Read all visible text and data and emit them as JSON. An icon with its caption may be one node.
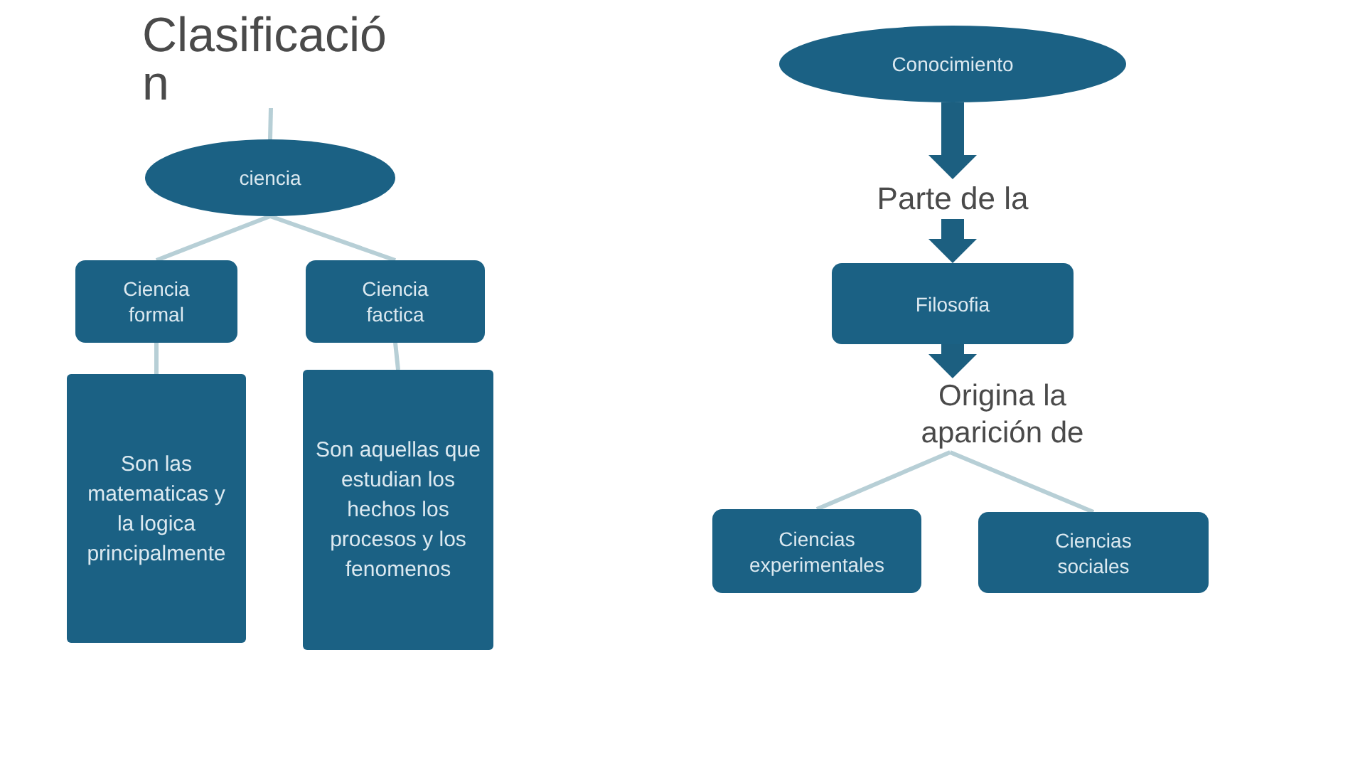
{
  "diagram": {
    "nodes": [
      {
        "text": [
          "Clasificación"
        ]
      },
      {
        "text": [
          "ciencia"
        ]
      },
      {
        "text": [
          "Ciencia formal"
        ]
      },
      {
        "text": [
          "Ciencia factica"
        ]
      },
      {
        "text": [
          "Son las matematicas y la logica principalmente"
        ]
      },
      {
        "text": [
          "Son aquellas que estudian los hechos los procesos y los fenomenos"
        ]
      },
      {
        "text": [
          "Conocimiento"
        ]
      },
      {
        "text": [
          "Parte de la"
        ]
      },
      {
        "text": [
          "Filosofia"
        ]
      },
      {
        "text": [
          "Origina la aparición de"
        ]
      },
      {
        "text": [
          "Ciencias experimentales"
        ]
      },
      {
        "text": [
          "Ciencias sociales"
        ]
      }
    ],
    "edges": [
      {
        "from": 0,
        "to": 1,
        "arrow": "none"
      },
      {
        "from": 1,
        "to": 2,
        "arrow": "none"
      },
      {
        "from": 1,
        "to": 3,
        "arrow": "none"
      },
      {
        "from": 2,
        "to": 4,
        "arrow": "none"
      },
      {
        "from": 3,
        "to": 5,
        "arrow": "none"
      },
      {
        "from": 6,
        "to": 7,
        "arrow": "to",
        "style": "thick",
        "color": "#1c5f80"
      },
      {
        "from": 7,
        "to": 8,
        "arrow": "to",
        "style": "thick",
        "color": "#1c5f80"
      },
      {
        "from": 8,
        "to": 9,
        "arrow": "to",
        "style": "thick",
        "color": "#1c5f80"
      },
      {
        "from": 9,
        "to": 10,
        "arrow": "none"
      },
      {
        "from": 9,
        "to": 11,
        "arrow": "none"
      }
    ]
  }
}
